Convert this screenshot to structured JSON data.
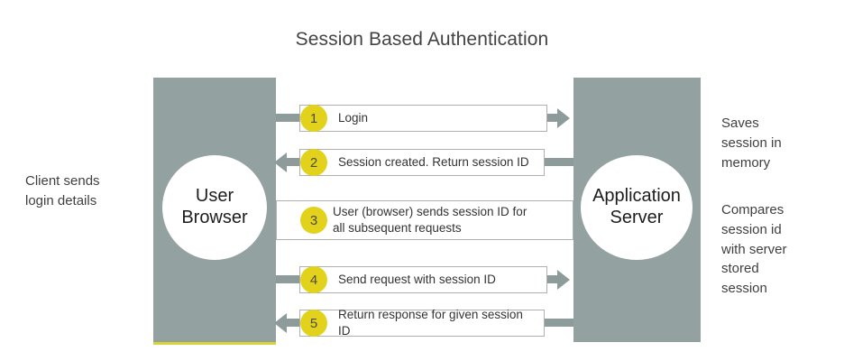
{
  "diagram": {
    "title": "Session Based Authentication",
    "actors": {
      "left": "User\nBrowser",
      "right": "Application\nServer"
    },
    "captions": {
      "client": "Client sends\nlogin details",
      "saves": "Saves\nsession in\nmemory",
      "compares": "Compares\nsession id\nwith server\nstored\nsession"
    },
    "steps": [
      {
        "number": "1",
        "text": "Login",
        "direction": "right"
      },
      {
        "number": "2",
        "text": "Session created. Return session ID",
        "direction": "left"
      },
      {
        "number": "3",
        "text": "User (browser) sends session ID for\nall subsequent requests",
        "direction": "none"
      },
      {
        "number": "4",
        "text": "Send request with session ID",
        "direction": "right"
      },
      {
        "number": "5",
        "text": "Return response for given session ID",
        "direction": "left"
      }
    ],
    "colors": {
      "column": "#93a1a1",
      "badge": "#e3d21b",
      "arrow": "#8e9b9b",
      "box_border": "#b0b0b0",
      "text": "#333333",
      "underline": "#d9d33a"
    }
  }
}
